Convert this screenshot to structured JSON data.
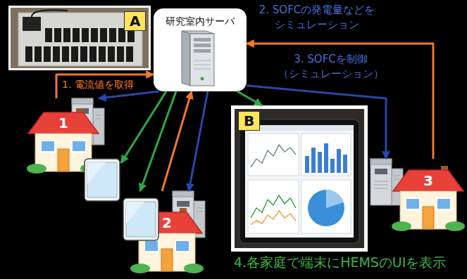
{
  "diagram": {
    "nodes": [
      {
        "text": [
          "A"
        ]
      },
      {
        "text": [
          "研究室内サーバ"
        ]
      },
      {
        "text": [
          "1"
        ]
      },
      {
        "text": [
          "B"
        ]
      },
      {
        "text": [
          "3"
        ]
      },
      {
        "text": [
          "2"
        ]
      }
    ],
    "edges": [
      {
        "from": 2,
        "to": 1,
        "arrow": "to"
      },
      {
        "from": 1,
        "to": 2,
        "arrow": "to"
      },
      {
        "from": 1,
        "to": 2,
        "arrow": "to"
      },
      {
        "from": 5,
        "to": 1,
        "arrow": "to"
      },
      {
        "from": 1,
        "to": 5,
        "arrow": "to"
      },
      {
        "from": 1,
        "to": 5,
        "arrow": "to"
      },
      {
        "from": 4,
        "to": 1,
        "arrow": "to"
      },
      {
        "from": 1,
        "to": 4,
        "arrow": "to"
      },
      {
        "from": 1,
        "to": 3,
        "arrow": "to"
      }
    ],
    "labels": [
      "1. 電流値を取得",
      "2. SOFCの発電量などを シミュレーション",
      "3. SOFCを制御 （シミュレーション）",
      "4.各家庭で端末にHEMSのUIを表示"
    ]
  }
}
